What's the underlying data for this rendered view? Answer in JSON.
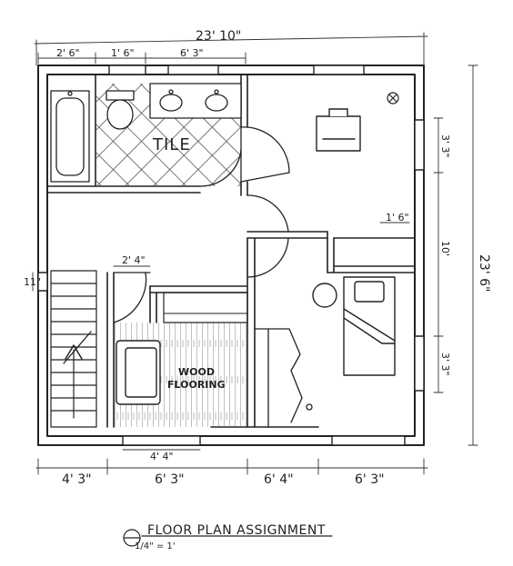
{
  "plan": {
    "title": "FLOOR PLAN ASSIGNMENT",
    "scale": "1/4\" = 1'",
    "rooms": {
      "tile_label": "TILE",
      "wood_label_1": "WOOD",
      "wood_label_2": "FLOORING"
    },
    "dimensions": {
      "overall_width": "23' 10\"",
      "overall_depth": "23' 6\"",
      "top_1": "2' 6\"",
      "top_2": "1' 6\"",
      "top_3": "6' 3\"",
      "right_window_top": "3' 3\"",
      "right_mid": "10'",
      "right_window_bottom": "3' 3\"",
      "closet_1": "1' 6\"",
      "closet_door": "2' 4\"",
      "left_small": "11\"",
      "window_bottom": "4' 4\"",
      "bottom_1": "4' 3\"",
      "bottom_2": "6' 3\"",
      "bottom_3": "6' 4\"",
      "bottom_4": "6' 3\""
    }
  }
}
